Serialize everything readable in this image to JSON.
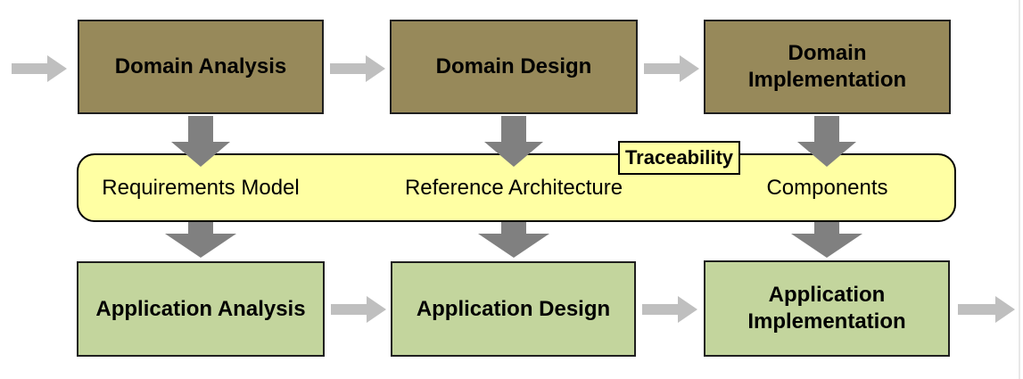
{
  "diagram": {
    "title_hint": "Domain engineering / application engineering traceability flow",
    "top_row": [
      {
        "label": "Domain Analysis"
      },
      {
        "label": "Domain Design"
      },
      {
        "label": "Domain Implementation"
      }
    ],
    "middle_band": {
      "tag": "Traceability",
      "items": [
        "Requirements Model",
        "Reference Architecture",
        "Components"
      ]
    },
    "bottom_row": [
      {
        "label": "Application Analysis"
      },
      {
        "label": "Application Design"
      },
      {
        "label": "Application Implementation"
      }
    ],
    "colors": {
      "domain_box_fill": "#97895a",
      "application_box_fill": "#c3d59d",
      "band_fill": "#ffffa3",
      "box_border": "#1f1f1f",
      "band_border": "#000000",
      "down_arrow": "#808080",
      "flow_arrow": "#bfbfbf",
      "text": "#000000",
      "page_edge": "#e8e8e8"
    }
  }
}
